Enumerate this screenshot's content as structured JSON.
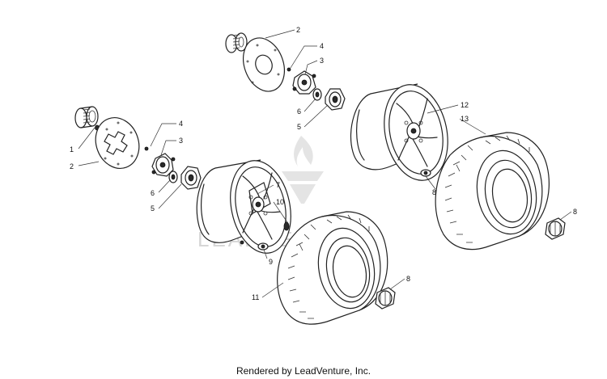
{
  "watermark": {
    "text": "LEADVENTURE"
  },
  "callouts": [
    {
      "id": "c-1",
      "label": "1"
    },
    {
      "id": "c-2-left",
      "label": "2"
    },
    {
      "id": "c-2-top",
      "label": "2"
    },
    {
      "id": "c-3-left",
      "label": "3"
    },
    {
      "id": "c-3-top",
      "label": "3"
    },
    {
      "id": "c-4-left",
      "label": "4"
    },
    {
      "id": "c-4-top",
      "label": "4"
    },
    {
      "id": "c-5-left",
      "label": "5"
    },
    {
      "id": "c-5-top",
      "label": "5"
    },
    {
      "id": "c-6-left",
      "label": "6"
    },
    {
      "id": "c-6-top",
      "label": "6"
    },
    {
      "id": "c-7",
      "label": "7"
    },
    {
      "id": "c-8-rim",
      "label": "8"
    },
    {
      "id": "c-8-right",
      "label": "8"
    },
    {
      "id": "c-8-bottom",
      "label": "8"
    },
    {
      "id": "c-9",
      "label": "9"
    },
    {
      "id": "c-10",
      "label": "10"
    },
    {
      "id": "c-11",
      "label": "11"
    },
    {
      "id": "c-12",
      "label": "12"
    },
    {
      "id": "c-13",
      "label": "13"
    }
  ],
  "footer": {
    "text": "Rendered by LeadVenture, Inc."
  }
}
